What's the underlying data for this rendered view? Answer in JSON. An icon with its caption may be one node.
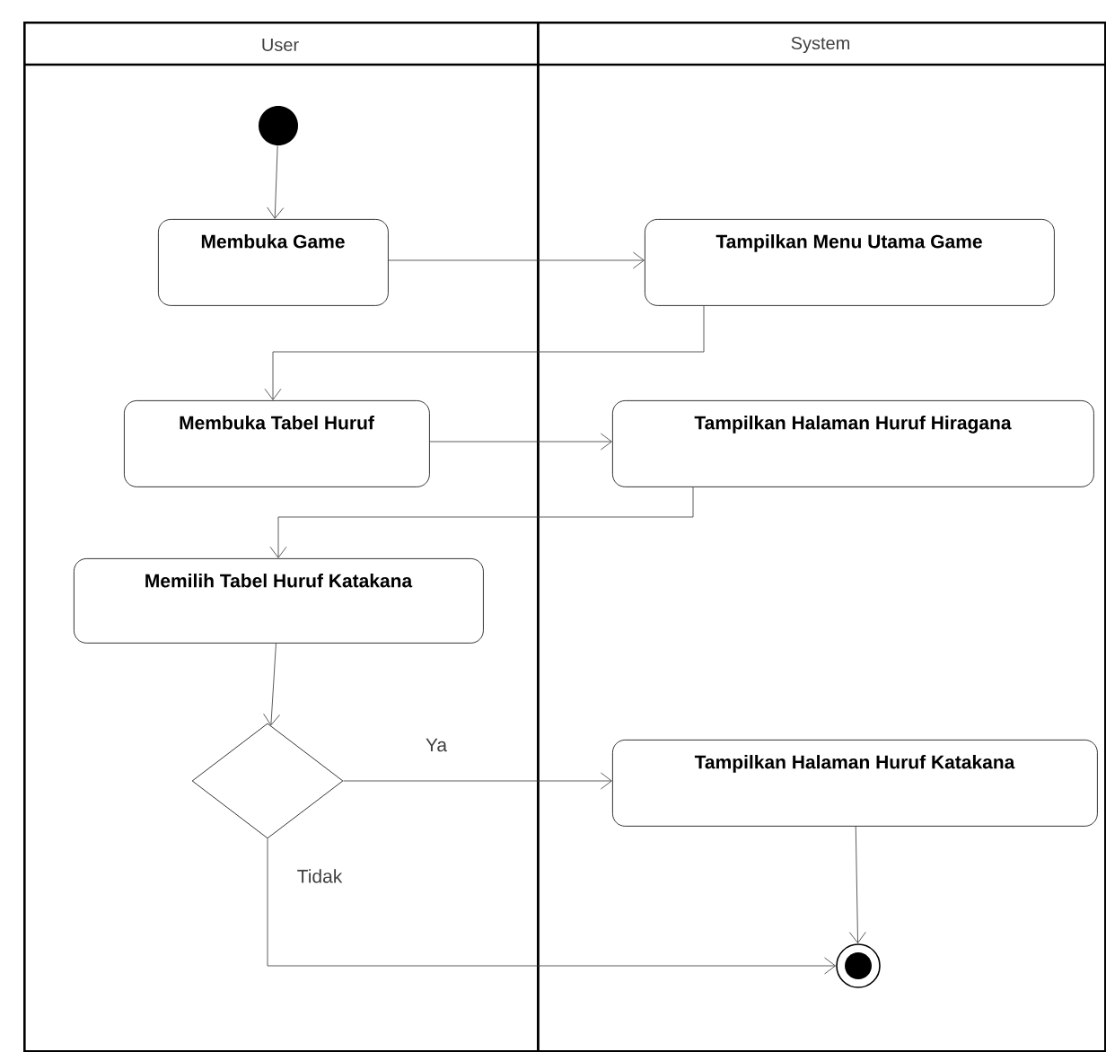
{
  "diagram": {
    "nodes": [
      {
        "text": [
          "User"
        ]
      },
      {
        "text": [
          "System"
        ]
      },
      {
        "text": [],
        "shape": "circle",
        "in": 0
      },
      {
        "text": [
          "Membuka Game"
        ],
        "in": 0
      },
      {
        "text": [
          "Tampilkan Menu Utama Game"
        ],
        "in": 1
      },
      {
        "text": [
          "Membuka Tabel Huruf"
        ],
        "in": 0
      },
      {
        "text": [
          "Tampilkan Halaman Huruf Hiragana"
        ],
        "in": 1
      },
      {
        "text": [
          "Memilih Tabel Huruf Katakana"
        ],
        "in": 0
      },
      {
        "text": [],
        "shape": "diamond",
        "in": 0
      },
      {
        "text": [
          "Tampilkan Halaman Huruf Katakana"
        ],
        "in": 1
      },
      {
        "text": [],
        "shape": "circle",
        "in": 1
      }
    ],
    "edges": [
      {
        "from": 2,
        "to": 3,
        "arrow": "to"
      },
      {
        "from": 3,
        "to": 4,
        "arrow": "to"
      },
      {
        "from": 4,
        "to": 5,
        "arrow": "to"
      },
      {
        "from": 5,
        "to": 6,
        "arrow": "to"
      },
      {
        "from": 6,
        "to": 7,
        "arrow": "to"
      },
      {
        "from": 7,
        "to": 8,
        "arrow": "to"
      },
      {
        "from": 8,
        "to": 9,
        "arrow": "to",
        "label": "Ya"
      },
      {
        "from": 8,
        "to": 10,
        "arrow": "to",
        "label": "Tidak"
      },
      {
        "from": 9,
        "to": 10,
        "arrow": "to"
      }
    ]
  }
}
